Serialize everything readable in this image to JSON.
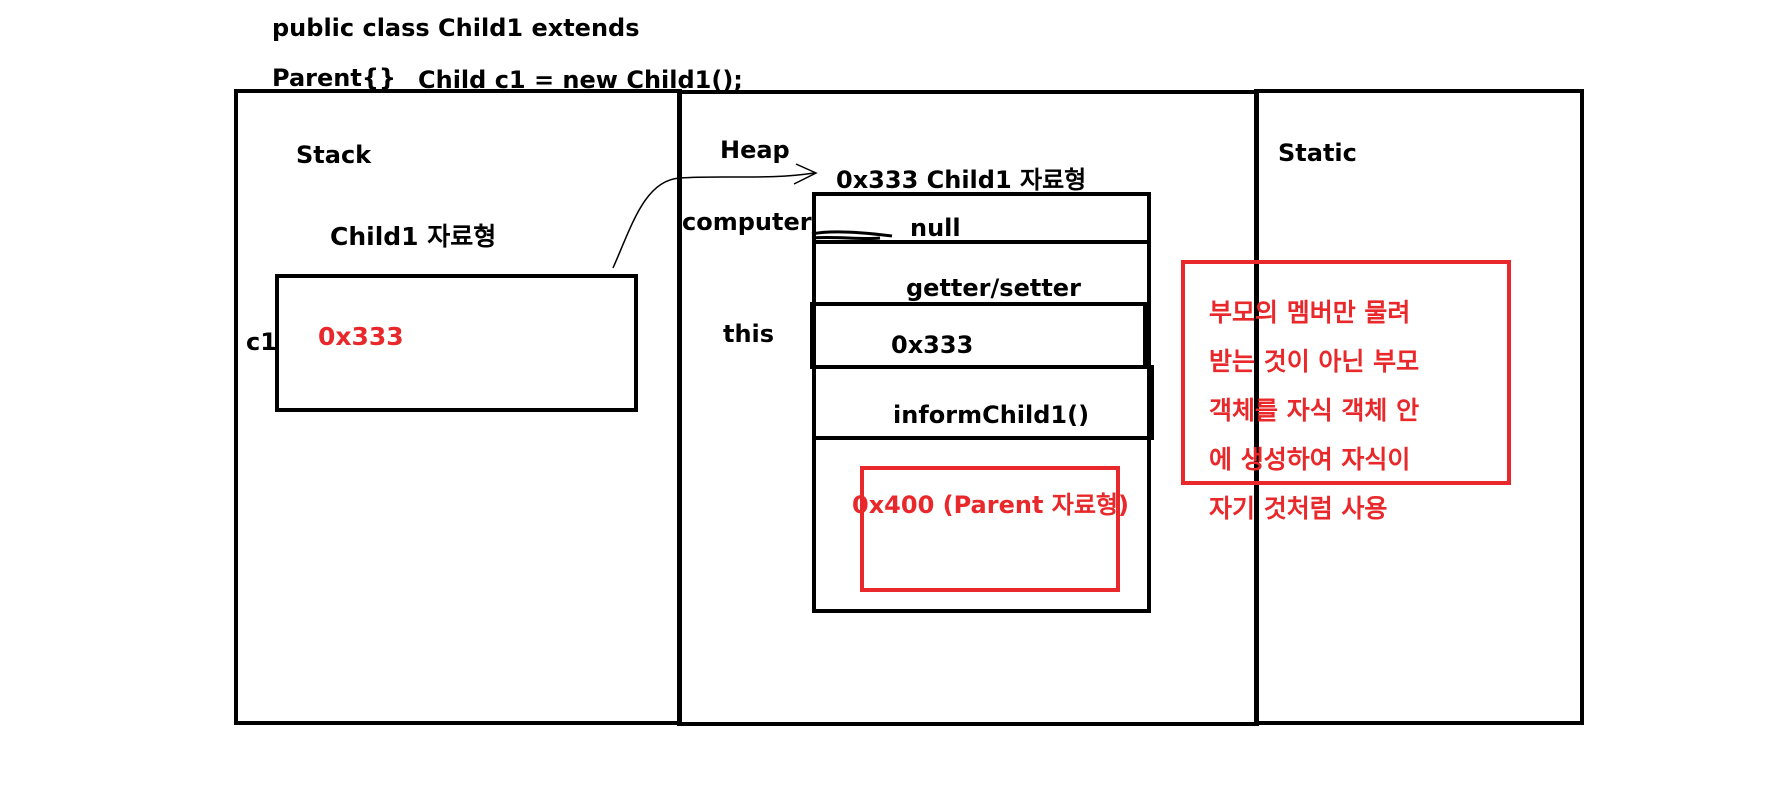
{
  "header": {
    "line1": "public class Child1 extends",
    "line2a": "Parent{}",
    "line2b": "Child c1 = new Child1();"
  },
  "stack": {
    "title": "Stack",
    "type_label": "Child1 자료형",
    "var_name": "c1",
    "value": "0x333"
  },
  "heap": {
    "title": "Heap",
    "object_header": "0x333  Child1 자료형",
    "field_labels": {
      "computer": "computer",
      "this": "this"
    },
    "cells": [
      "null",
      "getter/setter",
      "0x333",
      "informChild1()"
    ],
    "parent_object": "0x400 (Parent 자료형)"
  },
  "static": {
    "title": "Static"
  },
  "note": {
    "lines": [
      "부모의 멤버만 물려",
      "받는 것이 아닌 부모",
      "객체를 자식 객체 안",
      "에 생성하여 자식이",
      "자기 것처럼 사용"
    ]
  },
  "colors": {
    "accent_red": "#e8282a",
    "line": "#000000"
  }
}
